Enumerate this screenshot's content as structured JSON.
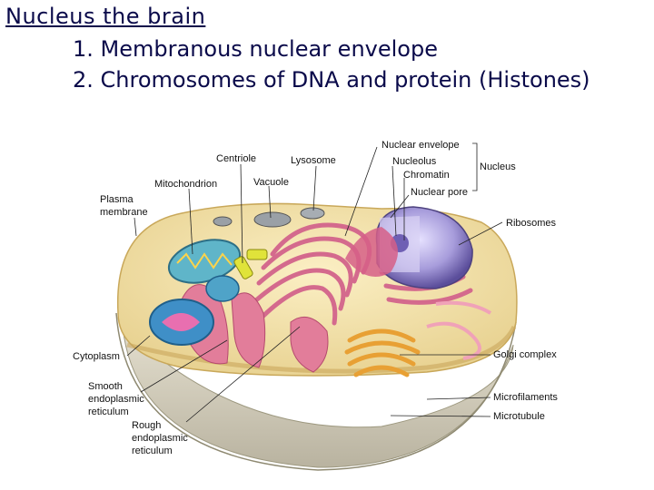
{
  "title": "Nucleus the brain",
  "points": [
    "1. Membranous nuclear envelope",
    "2. Chromosomes of DNA and protein (Histones)"
  ],
  "labels": {
    "centriole": "Centriole",
    "lysosome": "Lysosome",
    "nuclear_envelope": "Nuclear envelope",
    "nucleolus": "Nucleolus",
    "chromatin": "Chromatin",
    "nucleus": "Nucleus",
    "mitochondrion": "Mitochondrion",
    "vacuole": "Vacuole",
    "nuclear_pore": "Nuclear pore",
    "plasma_membrane_1": "Plasma",
    "plasma_membrane_2": "membrane",
    "ribosomes": "Ribosomes",
    "cytoplasm": "Cytoplasm",
    "golgi_complex": "Golgi complex",
    "smooth_er_1": "Smooth",
    "smooth_er_2": "endoplasmic",
    "smooth_er_3": "reticulum",
    "microfilaments": "Microfilaments",
    "microtubule": "Microtubule",
    "rough_er_1": "Rough",
    "rough_er_2": "endoplasmic",
    "rough_er_3": "reticulum"
  },
  "colors": {
    "text_blue": "#0a0a4a",
    "cytoplasm_fill": "#f3e1a8",
    "cell_base": "#d8d2bd",
    "nucleus_fill": "#b7aee8",
    "mitochondria_fill": "#5fb5c9",
    "rough_er": "#d96a8e",
    "golgi": "#e7a33a"
  }
}
